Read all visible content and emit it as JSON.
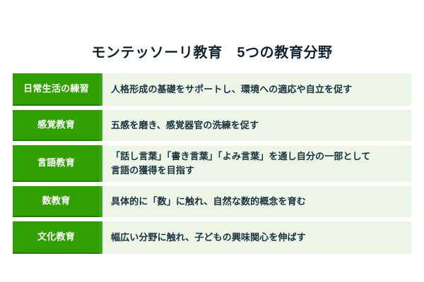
{
  "slide": {
    "title": "モンテッソーリ教育　5つの教育分野",
    "background_color": "#ffffff",
    "title_color": "#132431",
    "label_bg_color": "#2fa000",
    "label_border_color": "#1f7d00",
    "desc_bg_color": "#edf5e6",
    "desc_accent_color": "#3aa81a",
    "desc_text_color": "#18323f"
  },
  "rows": [
    {
      "label": "日常生活の練習",
      "lines": [
        "人格形成の基礎をサポートし、環境への適応や自立を促す"
      ]
    },
    {
      "label": "感覚教育",
      "lines": [
        "五感を磨き、感覚器官の洗練を促す"
      ]
    },
    {
      "label": "言語教育",
      "lines": [
        "「話し言葉」「書き言葉」「よみ言葉」を通し自分の一部として",
        "言語の獲得を目指す"
      ]
    },
    {
      "label": "数教育",
      "lines": [
        "具体的に「数」に触れ、自然な数的概念を育む"
      ]
    },
    {
      "label": "文化教育",
      "lines": [
        "幅広い分野に触れ、子どもの興味関心を伸ばす"
      ]
    }
  ]
}
